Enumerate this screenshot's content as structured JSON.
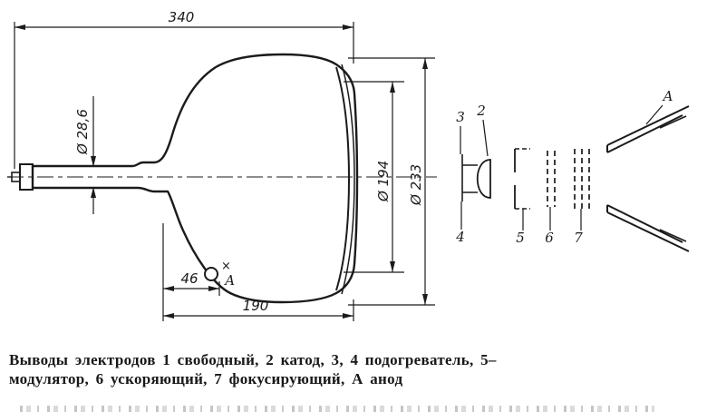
{
  "side_view": {
    "overall_length": "340",
    "neck_diameter": "Ø 28,6",
    "screen_useful_diameter": "Ø 194",
    "screen_outer_diameter": "Ø 233",
    "anode_offset": "46",
    "bulb_section_length": "190",
    "anode_mark": "×",
    "anode_label": "А"
  },
  "gun_view": {
    "labels": {
      "pin3": "3",
      "pin2": "2",
      "anode": "А",
      "pin4": "4",
      "pin5": "5",
      "pin6": "6",
      "pin7": "7"
    }
  },
  "caption": {
    "line1": "Выводы электродов 1 свободный, 2 катод, 3, 4 подогреватель, 5–",
    "line2": "модулятор, 6 ускоряющий, 7 фокусирующий, А анод"
  },
  "colors": {
    "ink": "#1b1b1b",
    "paper": "#ffffff"
  }
}
